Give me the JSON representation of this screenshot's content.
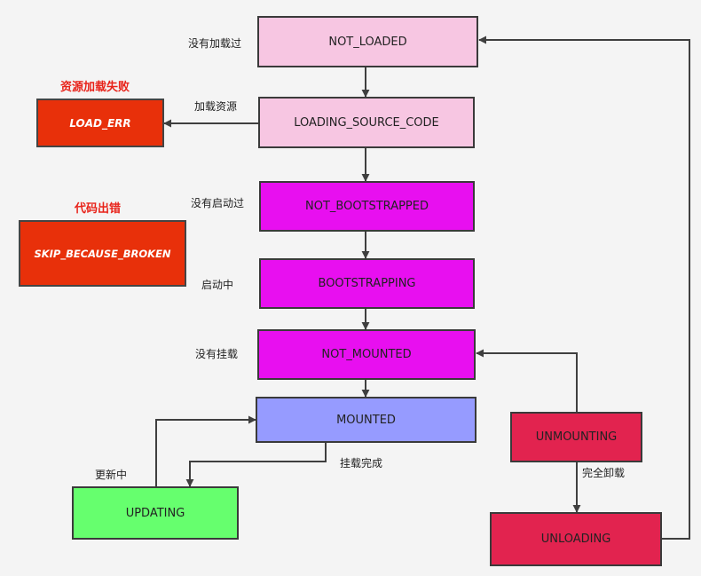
{
  "colors": {
    "not_loaded": "#f7c6e2",
    "loading": "#f7c6e2",
    "bootstrap": "#e80ff0",
    "mounted": "#969bff",
    "updating": "#66ff6e",
    "unmount": "#e2234f",
    "error": "#e8300a",
    "arrow": "#3f3f3f"
  },
  "states": {
    "not_loaded": "NOT_LOADED",
    "loading_source_code": "LOADING_SOURCE_CODE",
    "load_err": "LOAD_ERR",
    "skip_because_broken": "SKIP_BECAUSE_BROKEN",
    "not_bootstrapped": "NOT_BOOTSTRAPPED",
    "bootstrapping": "BOOTSTRAPPING",
    "not_mounted": "NOT_MOUNTED",
    "mounted": "MOUNTED",
    "unmounting": "UNMOUNTING",
    "updating": "UPDATING",
    "unloading": "UNLOADING"
  },
  "labels": {
    "never_loaded": "没有加载过",
    "load_resources": "加载资源",
    "load_failed": "资源加载失败",
    "code_error": "代码出错",
    "never_bootstrapped": "没有启动过",
    "bootstrapping": "启动中",
    "not_mounted": "没有挂载",
    "mount_complete": "挂载完成",
    "updating": "更新中",
    "unload_complete": "完全卸载"
  }
}
